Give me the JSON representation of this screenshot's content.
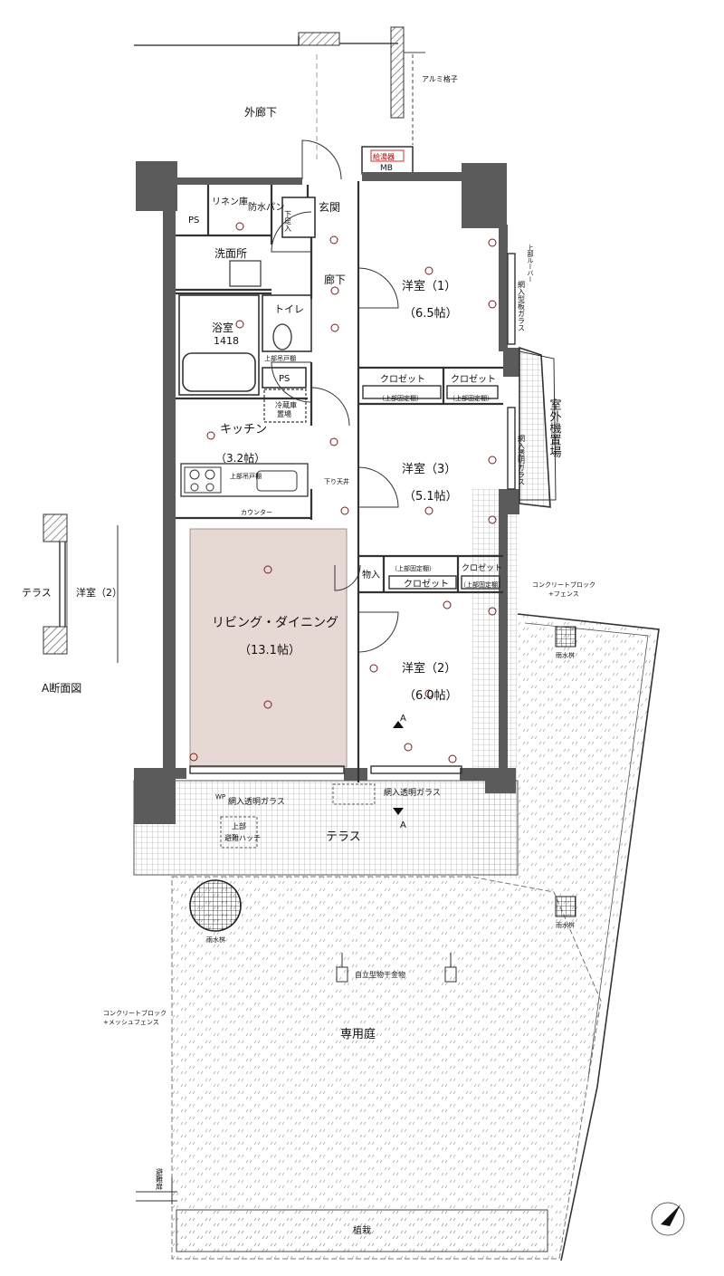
{
  "labels": {
    "outer_corridor": "外廊下",
    "aluminum_lattice": "アルミ格子",
    "water_heater": "給湯器",
    "mb": "MB",
    "linen": "リネン庫",
    "waterproof_pan": "防水パン",
    "shoe_box": "下足入",
    "entrance": "玄関",
    "ps_top": "PS",
    "washroom": "洗面所",
    "hall": "廊下",
    "toilet": "トイレ",
    "bath": "浴室",
    "bath_size": "1418",
    "upper_cabinet_bath": "上部吊戸棚",
    "ps_mid": "PS",
    "fridge": "冷蔵庫",
    "fridge2": "置場",
    "kitchen": "キッチン",
    "kitchen_size": "（3.2帖）",
    "upper_cabinet_kitchen": "上部吊戸棚",
    "lowered_ceiling": "下り天井",
    "counter": "カウンター",
    "room1": "洋室（1）",
    "room1_size": "（6.5帖）",
    "room3": "洋室（3）",
    "room3_size": "（5.1帖）",
    "room2": "洋室（2）",
    "room2_size": "（6.0帖）",
    "closet_a": "クロゼット",
    "closet_a_sub": "（上部固定棚）",
    "closet_b": "クロゼット",
    "closet_b_sub": "（上部固定棚）",
    "storage": "物入",
    "closet_c": "クロゼット",
    "closet_c_sub": "（上部固定棚）",
    "closet_d": "クロゼット",
    "closet_d_sub": "（上部固定棚）",
    "living": "リビング・ダイニング",
    "living_size": "（13.1帖）",
    "outdoor_unit": "室外機置場",
    "upper_louver": "上部ルーバー",
    "wire_glass_side1": "網入型板ガラス",
    "wire_glass_side2": "網入透明ガラス",
    "wire_glass_left": "網入透明ガラス",
    "wire_glass_right": "網入透明ガラス",
    "terrace": "テラス",
    "evac_hatch1": "上部",
    "evac_hatch2": "避難ハッチ",
    "section_a": "A",
    "block_fence_top1": "コンクリートブロック",
    "block_fence_top2": "+フェンス",
    "rain_gutter": "雨水桝",
    "freestanding_rail": "自立型物干金物",
    "private_garden": "専用庭",
    "block_fence_left1": "コンクリートブロック",
    "block_fence_left2": "+メッシュフェンス",
    "evac_door": "避難扉",
    "planting": "植栽",
    "section_terrace": "テラス",
    "section_room": "洋室（2）",
    "section_title": "A断面図",
    "wp": "WP",
    "north_arrow": "north-arrow"
  }
}
